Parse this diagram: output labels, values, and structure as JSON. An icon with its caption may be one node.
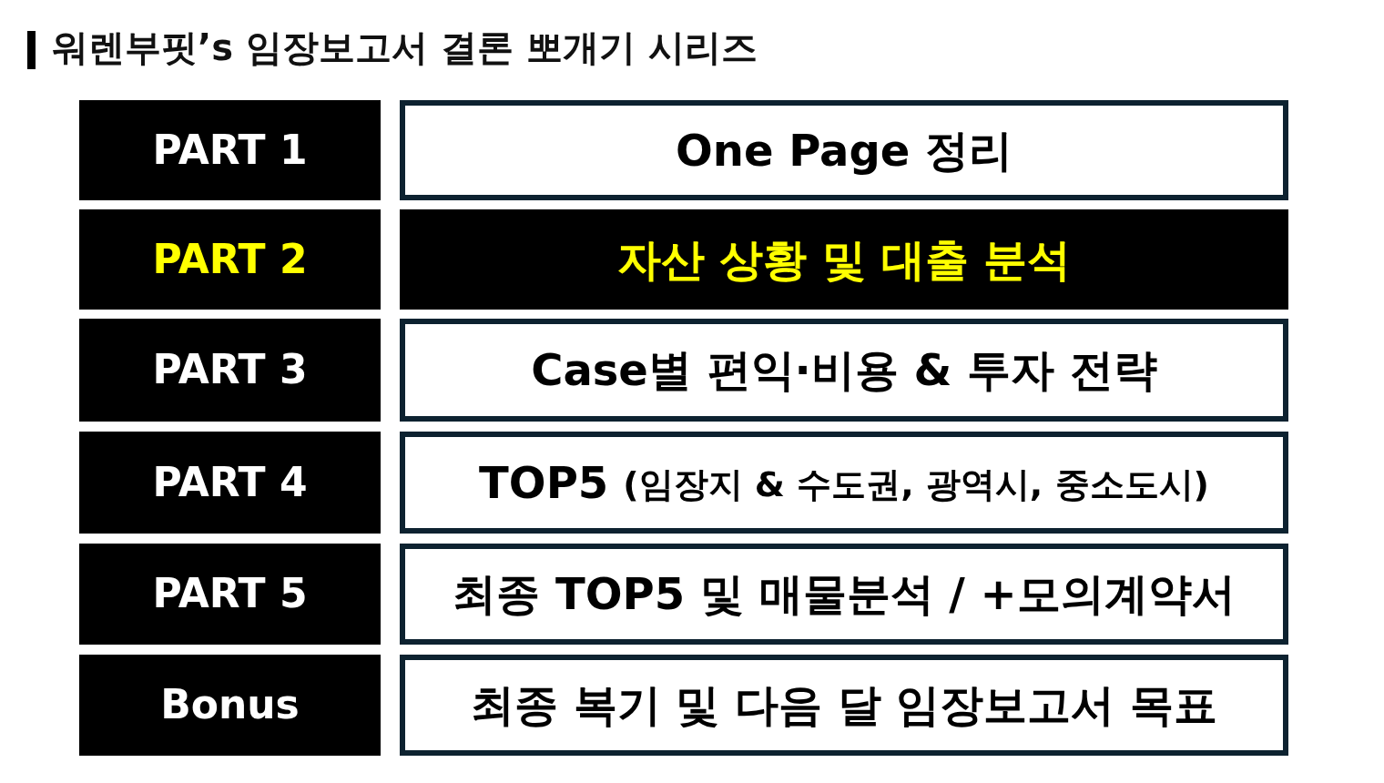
{
  "diagram": {
    "title": "워렌부핏’s 임장보고서 결론 뽀개기 시리즈",
    "nodes": [
      {
        "text": [
          "PART 1"
        ]
      },
      {
        "text": [
          "One Page 정리"
        ]
      },
      {
        "text": [
          "PART 2"
        ]
      },
      {
        "text": [
          "자산 상황 및 대출 분석"
        ]
      },
      {
        "text": [
          "PART 3"
        ]
      },
      {
        "text": [
          "Case별 편익·비용 & 투자 전략"
        ]
      },
      {
        "text": [
          "PART 4"
        ]
      },
      {
        "text": [
          "TOP5",
          "(임장지 & 수도권, 광역시, 중소도시)"
        ]
      },
      {
        "text": [
          "PART 5"
        ]
      },
      {
        "text": [
          "최종 TOP5 및 매물분석 / +모의계약서"
        ]
      },
      {
        "text": [
          "Bonus"
        ]
      },
      {
        "text": [
          "최종 복기 및 다음 달 임장보고서 목표"
        ]
      }
    ]
  }
}
